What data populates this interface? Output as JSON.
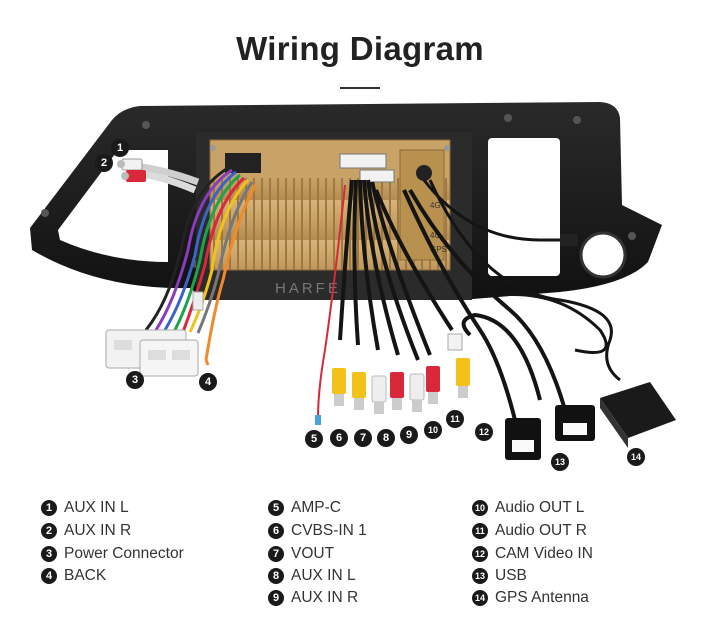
{
  "page": {
    "title": "Wiring Diagram",
    "watermark": "HARFE"
  },
  "unit_labels": {
    "port_4g_a": "4G+",
    "port_4g_b": "4G-",
    "port_gps": "GPS"
  },
  "callouts": [
    "1",
    "2",
    "3",
    "4",
    "5",
    "6",
    "7",
    "8",
    "9",
    "10",
    "11",
    "12",
    "13",
    "14"
  ],
  "legend": [
    {
      "num": "1",
      "label": "AUX IN L"
    },
    {
      "num": "2",
      "label": "AUX IN R"
    },
    {
      "num": "3",
      "label": "Power Connector"
    },
    {
      "num": "4",
      "label": "BACK"
    },
    {
      "num": "5",
      "label": "AMP-C"
    },
    {
      "num": "6",
      "label": "CVBS-IN 1"
    },
    {
      "num": "7",
      "label": "VOUT"
    },
    {
      "num": "8",
      "label": "AUX IN L"
    },
    {
      "num": "9",
      "label": "AUX IN R"
    },
    {
      "num": "10",
      "label": "Audio OUT L"
    },
    {
      "num": "11",
      "label": "Audio OUT R"
    },
    {
      "num": "12",
      "label": "CAM Video IN"
    },
    {
      "num": "13",
      "label": "USB"
    },
    {
      "num": "14",
      "label": "GPS Antenna"
    }
  ],
  "colors": {
    "frame": "#1e1e1e",
    "unit_gold": "#c9a267",
    "rca_red": "#d8283a",
    "rca_yellow": "#f2c21a",
    "rca_white": "#eeeeee",
    "cable": "#141414"
  }
}
